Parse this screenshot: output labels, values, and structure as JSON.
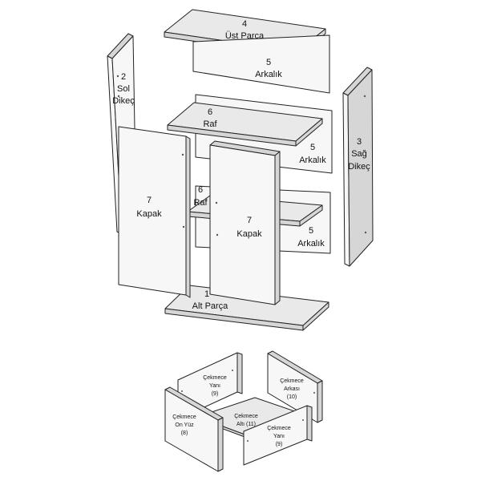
{
  "parts": {
    "ust_parca": {
      "num": "4",
      "name": "Üst Parça"
    },
    "arkalik_1": {
      "num": "5",
      "name": "Arkalık"
    },
    "sol_dikec": {
      "num": "2",
      "line1": "Sol",
      "line2": "Dikeç"
    },
    "raf_1": {
      "num": "6",
      "name": "Raf"
    },
    "arkalik_2": {
      "num": "5",
      "name": "Arkalık"
    },
    "sag_dikec": {
      "num": "3",
      "line1": "Sağ",
      "line2": "Dikeç"
    },
    "kapak_left": {
      "num": "7",
      "name": "Kapak"
    },
    "raf_2": {
      "num": "6",
      "name": "Raf"
    },
    "kapak_right": {
      "num": "7",
      "name": "Kapak"
    },
    "arkalik_3": {
      "num": "5",
      "name": "Arkalık"
    },
    "alt_parca": {
      "num": "1",
      "name": "Alt Parça"
    }
  },
  "drawer": {
    "yan_left": {
      "line1": "Çekmece",
      "line2": "Yanı",
      "line3": "(9)"
    },
    "arkasi": {
      "line1": "Çekmece",
      "line2": "Arkası",
      "line3": "(10)"
    },
    "on_yuz": {
      "line1": "Çekmece",
      "line2": "On Yüz",
      "line3": "(8)"
    },
    "alti": {
      "line1": "Çekmece",
      "line2": "Altı (11)"
    },
    "yan_right": {
      "line1": "Çekmece",
      "line2": "Yanı",
      "line3": "(9)"
    }
  }
}
